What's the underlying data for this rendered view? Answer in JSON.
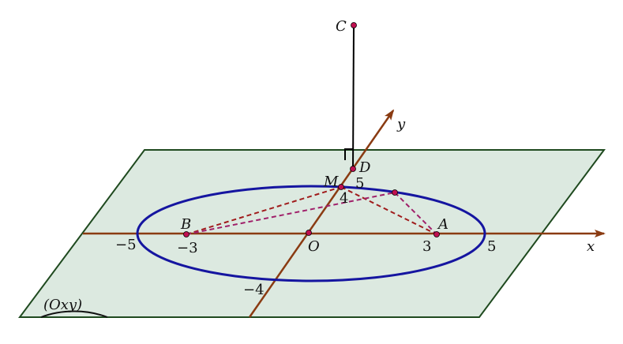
{
  "colors": {
    "plane_fill": "#dce9e0",
    "plane_edge": "#1f4a1f",
    "axis": "#8a3b12",
    "ellipse": "#1515a0",
    "point": "#c01050",
    "dashed_red": "#a01c1c",
    "dashed_magenta": "#a0206a",
    "vertical": "#000000"
  },
  "labels": {
    "plane": "(Oxy)",
    "x_axis": "x",
    "y_axis": "y",
    "origin": "O",
    "point_a": "A",
    "point_b": "B",
    "point_c": "C",
    "point_d": "D",
    "point_m": "M",
    "tick_x_neg5": "−5",
    "tick_x_neg3": "−3",
    "tick_x_3": "3",
    "tick_x_5": "5",
    "tick_y_neg4": "−4",
    "tick_y_4": "4",
    "tick_y_5": "5"
  }
}
